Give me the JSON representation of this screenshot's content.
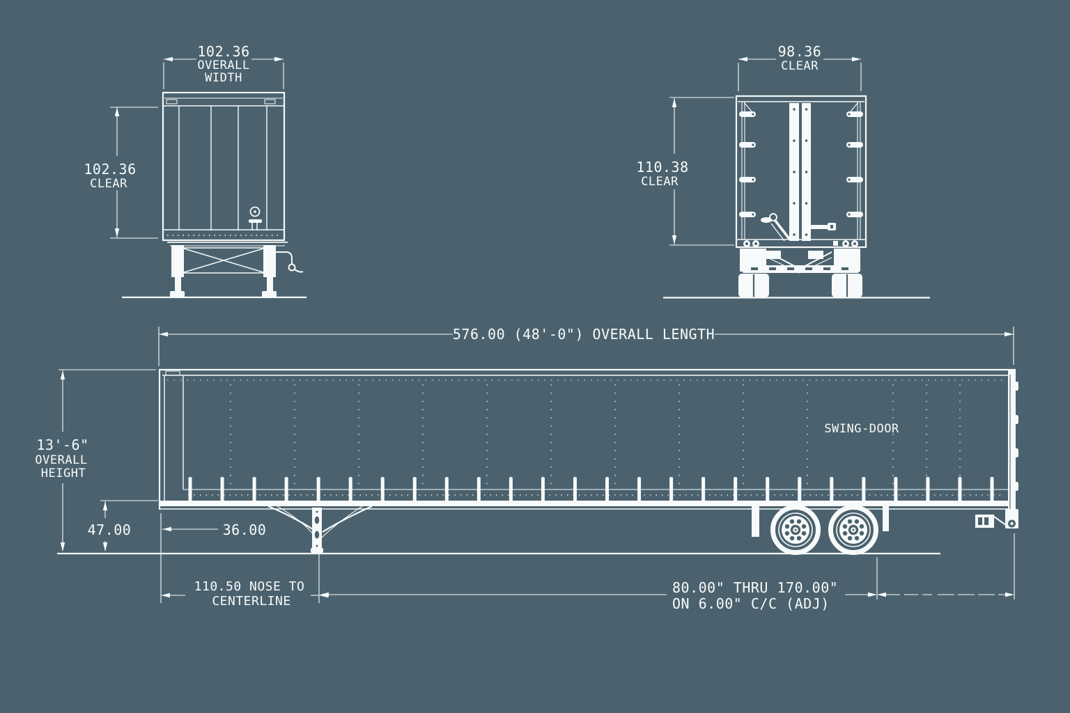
{
  "drawing_type": "trailer-dimension-blueprint",
  "colors": {
    "background": "#4b626e",
    "line": "#f7fafa"
  },
  "views": {
    "front_view": {
      "dim_overall_width": [
        "102.36",
        "OVERALL",
        "WIDTH"
      ],
      "dim_clear_height": [
        "102.36",
        "CLEAR"
      ]
    },
    "rear_view": {
      "dim_clear_width": [
        "98.36",
        "CLEAR"
      ],
      "dim_clear_height": [
        "110.38",
        "CLEAR"
      ]
    },
    "side_view": {
      "dim_overall_length": "576.00 (48'-0\") OVERALL LENGTH",
      "dim_overall_height": [
        "13'-6\"",
        "OVERALL",
        "HEIGHT"
      ],
      "dim_floor_height": "47.00",
      "dim_kingpin_setting": "36.00",
      "dim_nose_to_centerline": [
        "110.50 NOSE TO",
        "CENTERLINE"
      ],
      "dim_tandem_position": [
        "80.00\" THRU 170.00\"",
        "ON 6.00\" C/C (ADJ)"
      ],
      "label_door_type": "SWING-DOOR"
    }
  }
}
